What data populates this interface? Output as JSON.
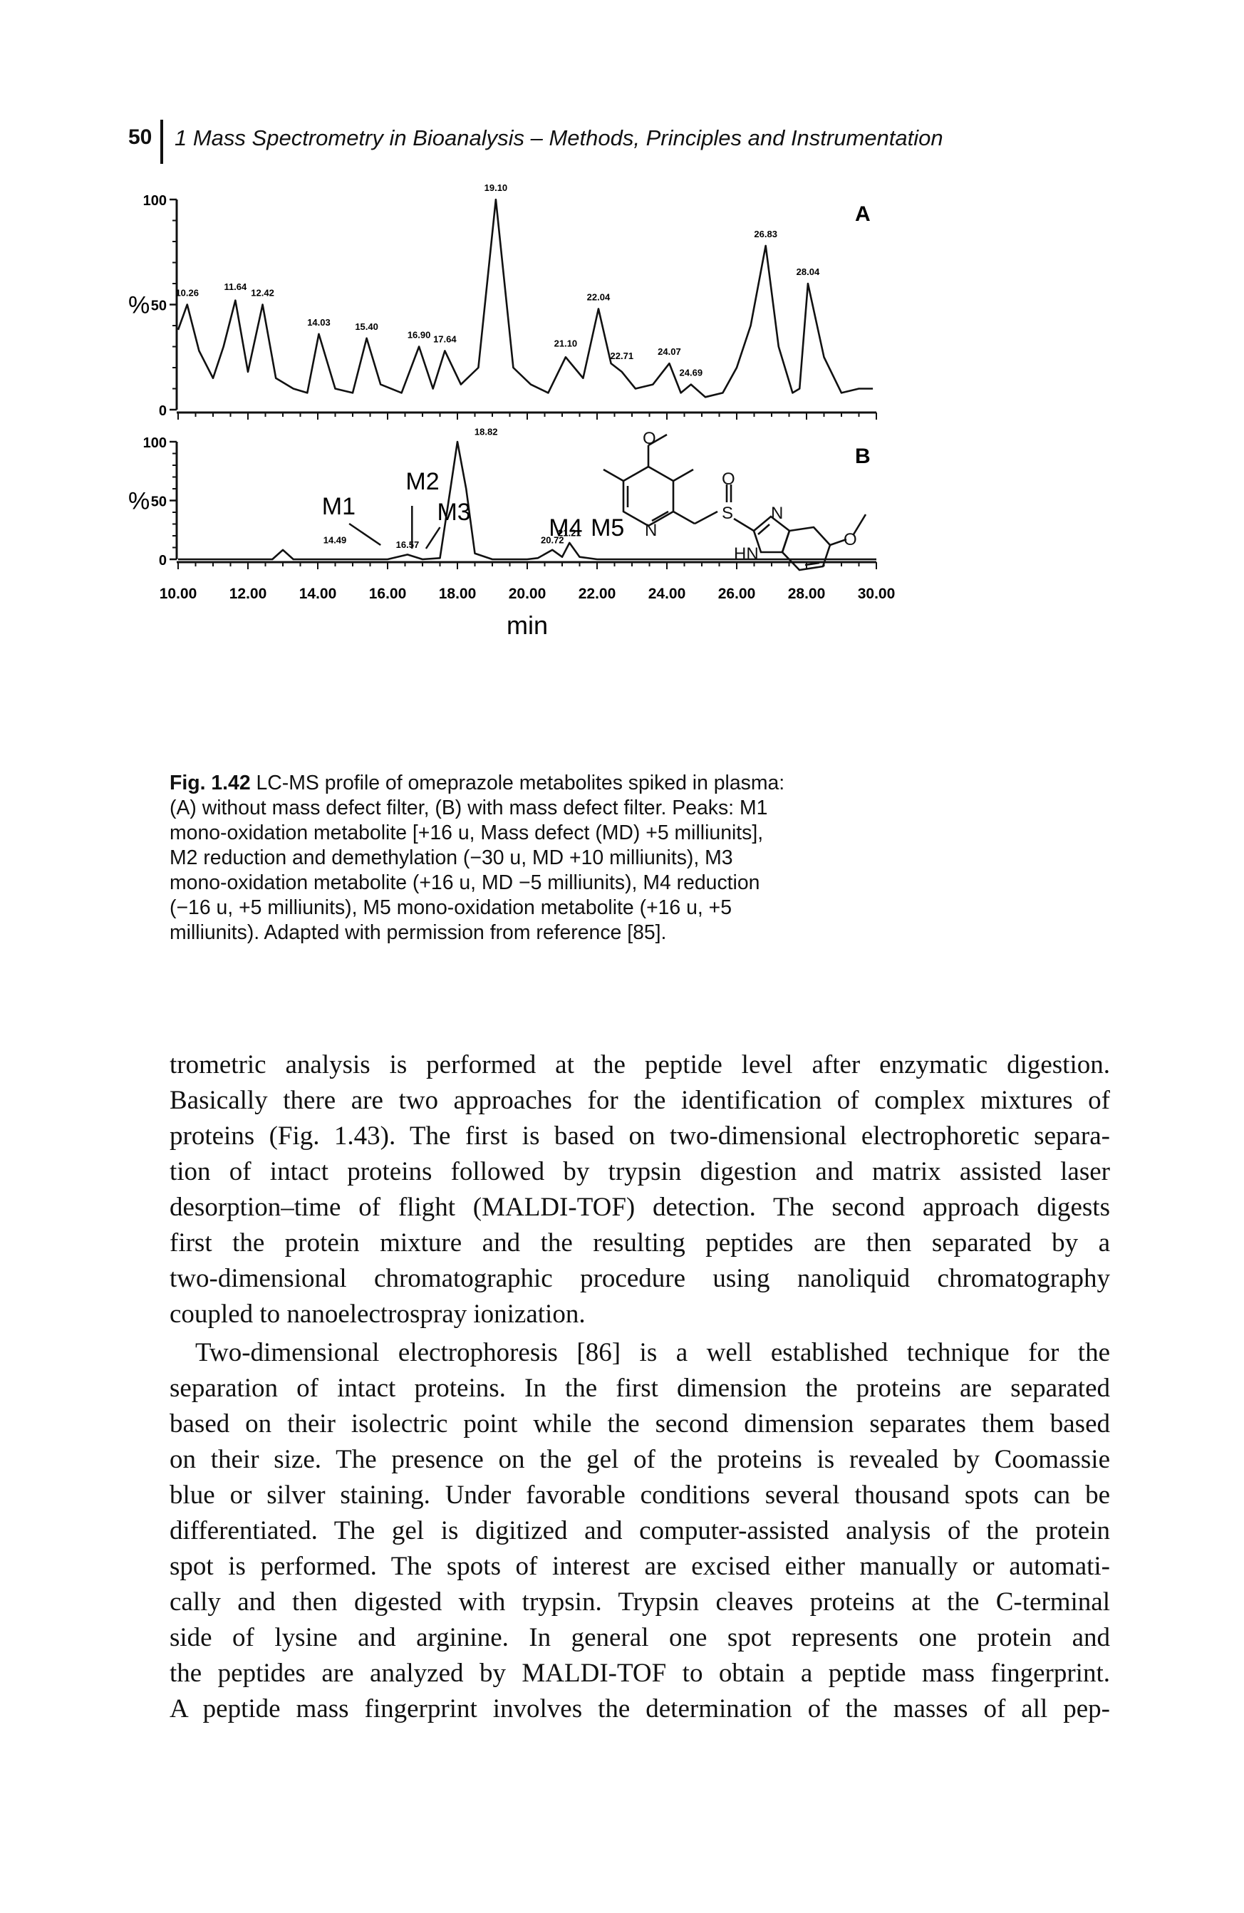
{
  "header": {
    "page_number": "50",
    "running_head": "1 Mass Spectrometry in Bioanalysis – Methods, Principles and Instrumentation"
  },
  "chart_data": [
    {
      "type": "line",
      "panel_label": "A",
      "ylabel": "%",
      "ylim": [
        0,
        100
      ],
      "y_ticks": [
        "100",
        "50",
        "0"
      ],
      "peak_labels": [
        "10.26",
        "11.64",
        "12.42",
        "14.03",
        "15.40",
        "16.90",
        "17.64",
        "19.10",
        "21.10",
        "22.04",
        "22.71",
        "24.07",
        "24.69",
        "26.83",
        "28.04"
      ],
      "points": {
        "x": [
          10.0,
          10.26,
          10.6,
          11.0,
          11.3,
          11.64,
          12.0,
          12.42,
          12.8,
          13.3,
          13.7,
          14.03,
          14.5,
          15.0,
          15.4,
          15.8,
          16.4,
          16.9,
          17.3,
          17.64,
          18.1,
          18.6,
          19.1,
          19.6,
          20.1,
          20.6,
          21.1,
          21.6,
          22.04,
          22.4,
          22.71,
          23.1,
          23.6,
          24.07,
          24.4,
          24.69,
          25.1,
          25.6,
          26.0,
          26.4,
          26.83,
          27.2,
          27.6,
          27.8,
          28.04,
          28.5,
          29.0,
          29.5,
          29.9
        ],
        "y": [
          38,
          50,
          28,
          15,
          30,
          52,
          18,
          50,
          15,
          10,
          8,
          36,
          10,
          8,
          34,
          12,
          8,
          30,
          10,
          28,
          12,
          20,
          100,
          20,
          12,
          8,
          25,
          15,
          48,
          22,
          18,
          10,
          12,
          22,
          8,
          12,
          6,
          8,
          20,
          40,
          78,
          30,
          8,
          10,
          60,
          25,
          8,
          10,
          10
        ]
      }
    },
    {
      "type": "line",
      "panel_label": "B",
      "ylabel": "%",
      "ylim": [
        0,
        100
      ],
      "y_ticks": [
        "100",
        "50",
        "0"
      ],
      "xlabel": "min",
      "x_ticks": [
        "10.00",
        "12.00",
        "14.00",
        "16.00",
        "18.00",
        "20.00",
        "22.00",
        "24.00",
        "26.00",
        "28.00",
        "30.00"
      ],
      "xlim": [
        10.0,
        30.0
      ],
      "peak_labels": [
        "14.49",
        "16.57",
        "18.82",
        "20.72",
        "21.21"
      ],
      "metabolite_labels": [
        "M1",
        "M2",
        "M3",
        "M4",
        "M5"
      ],
      "points": {
        "x": [
          10.0,
          11.0,
          12.0,
          12.7,
          13.0,
          13.3,
          14.0,
          15.0,
          16.0,
          16.57,
          17.0,
          17.5,
          17.8,
          18.0,
          18.25,
          18.5,
          19.0,
          19.6,
          20.0,
          20.3,
          20.72,
          21.0,
          21.21,
          21.5,
          22.0,
          24.0,
          26.0,
          28.0,
          30.0
        ],
        "y": [
          0,
          0,
          0,
          0,
          8,
          0,
          0,
          0,
          0,
          4,
          0,
          1,
          60,
          100,
          60,
          5,
          0,
          0,
          0,
          1,
          8,
          2,
          14,
          2,
          0,
          0,
          0,
          0,
          0
        ]
      }
    }
  ],
  "structure_labels": [
    "O",
    "N",
    "S",
    "O",
    "N",
    "HN",
    "O"
  ],
  "caption": {
    "label": "Fig. 1.42",
    "lines": [
      "LC-MS profile of omeprazole metabolites spiked in plasma:",
      "(A) without mass defect filter, (B) with mass defect filter. Peaks: M1",
      "mono-oxidation metabolite [+16 u, Mass defect (MD) +5 milliunits],",
      "M2 reduction and demethylation (−30 u, MD +10 milliunits), M3",
      "mono-oxidation metabolite (+16 u, MD −5 milliunits), M4 reduction",
      "(−16 u, +5 milliunits), M5 mono-oxidation metabolite (+16 u, +5",
      "milliunits). Adapted with permission from reference [85]."
    ]
  },
  "body": {
    "paragraph1": [
      "trometric analysis is performed at the peptide level after enzymatic digestion.",
      "Basically there are two approaches for the identification of complex mixtures of",
      "proteins (Fig. 1.43). The first is based on two-dimensional electrophoretic separa-",
      "tion of intact proteins followed by trypsin digestion and matrix assisted laser",
      "desorption–time of flight (MALDI-TOF) detection. The second approach digests",
      "first the protein mixture and the resulting peptides are then separated by a",
      "two-dimensional chromatographic procedure using nanoliquid chromatography",
      "coupled to nanoelectrospray ionization."
    ],
    "paragraph2": [
      "Two-dimensional electrophoresis [86] is a well established technique for the",
      "separation of intact proteins. In the first dimension the proteins are separated",
      "based on their isolectric point while the second dimension separates them based",
      "on their size. The presence on the gel of the proteins is revealed by Coomassie",
      "blue or silver staining. Under favorable conditions several thousand spots can be",
      "differentiated. The gel is digitized and computer-assisted analysis of the protein",
      "spot is performed. The spots of interest are excised either manually or automati-",
      "cally and then digested with trypsin. Trypsin cleaves proteins at the C-terminal",
      "side of lysine and arginine. In general one spot represents one protein and",
      "the peptides are analyzed by MALDI-TOF to obtain a peptide mass fingerprint.",
      "A peptide mass fingerprint involves the determination of the masses of all pep-"
    ]
  }
}
